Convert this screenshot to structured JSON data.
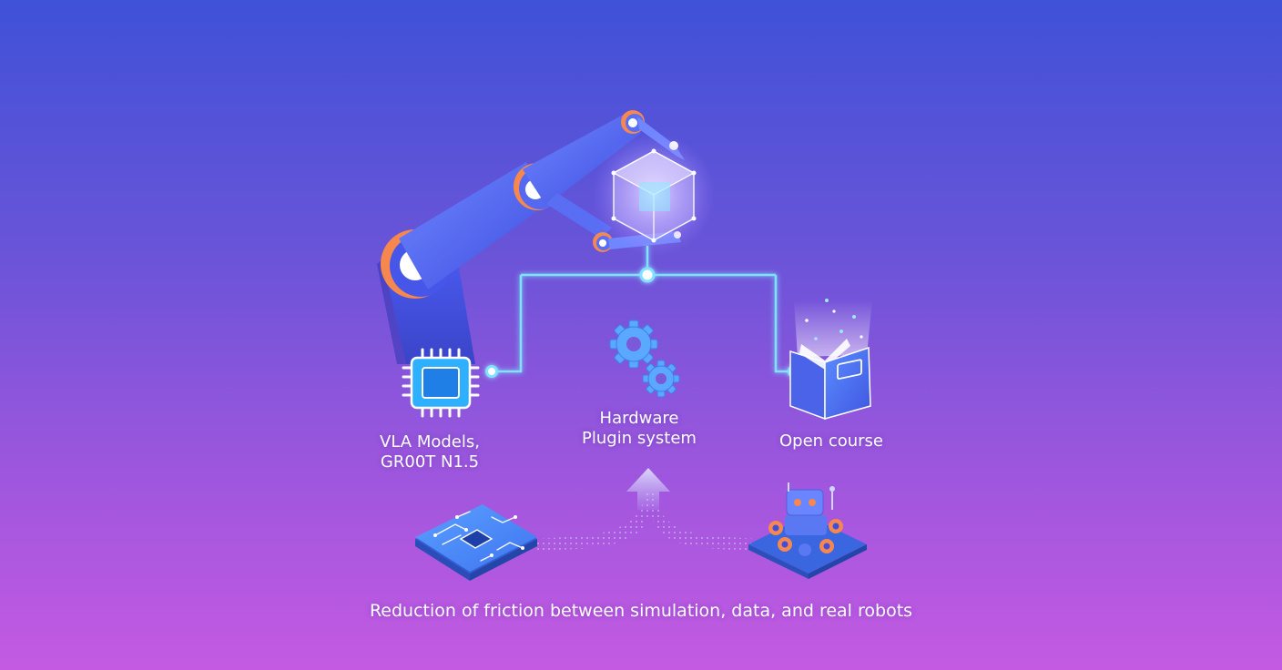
{
  "nodes": {
    "vla": {
      "lines": [
        "VLA Models,",
        "GR00T N1.5"
      ],
      "icon": "chip-icon"
    },
    "hardware": {
      "lines": [
        "Hardware",
        "Plugin system"
      ],
      "icon": "gears-icon"
    },
    "course": {
      "lines": [
        "Open course"
      ],
      "icon": "book-icon"
    }
  },
  "caption": "Reduction of friction between simulation, data, and real robots",
  "icons": [
    "robot-arm-icon",
    "cube-icon",
    "chip-icon",
    "gears-icon",
    "book-icon",
    "circuit-board-icon",
    "rover-robot-icon",
    "up-arrow-icon"
  ],
  "colors": {
    "bg_top": "#3f52d8",
    "bg_bottom": "#c45ae2",
    "arm_blue": "#4a5ef0",
    "joint_orange": "#f5874f",
    "connector_cyan": "#7fe3ff",
    "text": "#ffffff"
  }
}
